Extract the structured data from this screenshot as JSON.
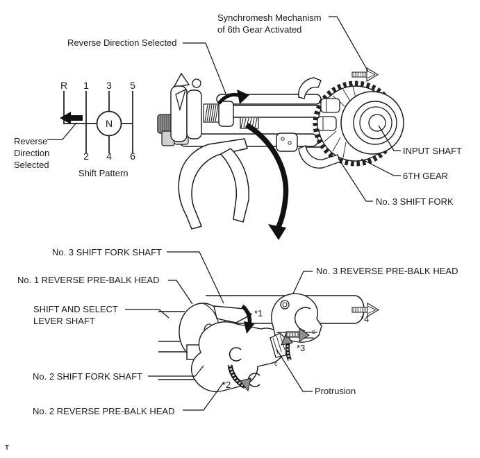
{
  "figure": {
    "footer_mark": "T",
    "clip_mark": "c",
    "labels": {
      "synchromesh": "Synchromesh Mechanism\nof 6th Gear Activated",
      "reverse_selected_top": "Reverse Direction Selected",
      "reverse_selected_left": "Reverse\nDirection\nSelected",
      "input_shaft": "INPUT SHAFT",
      "sixth_gear": "6TH GEAR",
      "no3_shift_fork": "No. 3 SHIFT FORK",
      "no3_shift_fork_shaft": "No. 3 SHIFT FORK SHAFT",
      "no1_reverse_prebalk_head": "No. 1 REVERSE PRE-BALK HEAD",
      "shift_and_select_lever_shaft": "SHIFT AND SELECT\nLEVER SHAFT",
      "no2_shift_fork_shaft": "No. 2 SHIFT FORK SHAFT",
      "no2_reverse_prebalk_head": "No. 2 REVERSE PRE-BALK HEAD",
      "no3_reverse_prebalk_head": "No. 3 REVERSE PRE-BALK HEAD",
      "protrusion": "Protrusion"
    },
    "shift_pattern": {
      "caption": "Shift Pattern",
      "positions_top": [
        "R",
        "1",
        "3",
        "5"
      ],
      "positions_bottom": [
        "2",
        "4",
        "6"
      ],
      "neutral": "N"
    },
    "refs": {
      "r1": "*1",
      "r2": "*2",
      "r3": "*3",
      "r4": "*4"
    },
    "colors": {
      "line": "#1a1a1a",
      "background": "#ffffff",
      "spline_gray": "#8f8f8f",
      "arrow_gray": "#8f8f8f"
    }
  }
}
